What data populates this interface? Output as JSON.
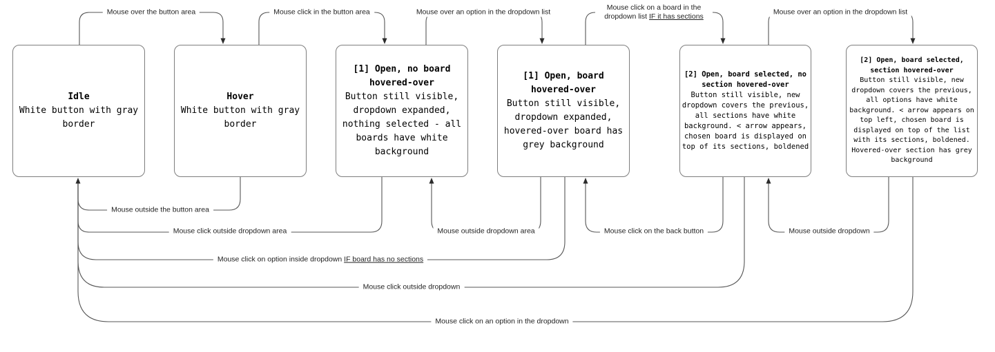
{
  "diagram": {
    "states": [
      {
        "id": "idle",
        "title": "Idle",
        "body": "White button with gray\nborder"
      },
      {
        "id": "hover",
        "title": "Hover",
        "body": "White button with gray\nborder"
      },
      {
        "id": "open-1-no-board",
        "title": "[1] Open, no board\nhovered-over",
        "body": "Button still visible,\ndropdown expanded,\nnothing selected - all\nboards have white\nbackground"
      },
      {
        "id": "open-1-board",
        "title": "[1] Open, board\nhovered-over",
        "body": "Button still visible,\ndropdown expanded,\nhovered-over board has\ngrey background"
      },
      {
        "id": "open-2-no-section",
        "title": "[2] Open, board selected, no\nsection hovered-over",
        "body": "Button still visible, new\ndropdown covers the previous,\nall sections have white\nbackground. < arrow appears,\nchosen board is displayed on\ntop of its sections, boldened"
      },
      {
        "id": "open-2-section",
        "title": "[2] Open, board selected,\nsection hovered-over",
        "body": "Button still visible, new\ndropdown covers the previous,\nall options have white\nbackground. < arrow appears on\ntop left, chosen board is\ndisplayed on top of the list\nwith its sections, boldened.\nHovered-over section has grey\nbackground"
      }
    ],
    "transitions": [
      {
        "from": "idle",
        "to": "hover",
        "text": "Mouse over the button area",
        "underlined": ""
      },
      {
        "from": "hover",
        "to": "open-1-no-board",
        "text": "Mouse click in the button area",
        "underlined": ""
      },
      {
        "from": "open-1-no-board",
        "to": "open-1-board",
        "text": "Mouse over an option in the dropdown list",
        "underlined": ""
      },
      {
        "from": "open-1-board",
        "to": "open-2-no-section",
        "text": "Mouse click on a board in the dropdown list ",
        "underlined": "IF it has sections"
      },
      {
        "from": "open-2-no-section",
        "to": "open-2-section",
        "text": "Mouse over an option in the dropdown list",
        "underlined": ""
      },
      {
        "from": "hover",
        "to": "idle",
        "text": "Mouse outside the button area",
        "underlined": ""
      },
      {
        "from": "open-1-no-board",
        "to": "idle",
        "text": "Mouse click outside dropdown area",
        "underlined": ""
      },
      {
        "from": "open-1-board",
        "to": "open-1-no-board",
        "text": "Mouse outside dropdown area",
        "underlined": ""
      },
      {
        "from": "open-2-no-section",
        "to": "open-1-board",
        "text": "Mouse click on the back button",
        "underlined": ""
      },
      {
        "from": "open-2-section",
        "to": "open-2-no-section",
        "text": "Mouse outside dropdown",
        "underlined": ""
      },
      {
        "from": "open-1-board",
        "to": "idle",
        "text": "Mouse click on option inside dropdown ",
        "underlined": "IF board has no sections"
      },
      {
        "from": "open-2-no-section",
        "to": "idle",
        "text": "Mouse click outside dropdown",
        "underlined": ""
      },
      {
        "from": "open-2-section",
        "to": "idle",
        "text": "Mouse click on an option in the dropdown",
        "underlined": ""
      }
    ],
    "colors": {
      "background": "#ffffff",
      "state_fill": "#ffffff",
      "state_border": "#7d7d7d",
      "wire": "#555555",
      "arrowhead": "#2b2b2b",
      "text": "#000000",
      "label_text": "#1f1f1f"
    }
  }
}
